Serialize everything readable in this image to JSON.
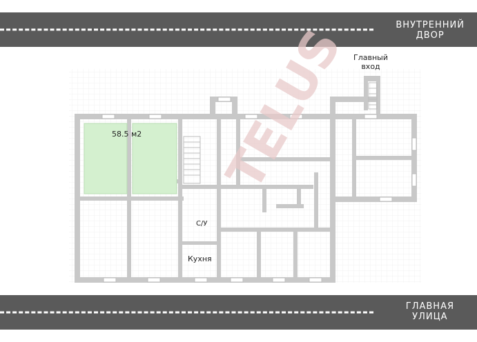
{
  "top_road": {
    "label_line1": "ВНУТРЕННИЙ",
    "label_line2": "ДВОР"
  },
  "bottom_road": {
    "label_line1": "ГЛАВНАЯ",
    "label_line2": "УЛИЦА"
  },
  "entrance": {
    "line1": "Главный",
    "line2": "вход"
  },
  "rooms": {
    "highlighted_area": "58.5  м2",
    "wc": "С/У",
    "kitchen": "Кухня"
  },
  "watermark": "TELUS",
  "colors": {
    "road": "#5a5a5a",
    "wall": "#c8c8c8",
    "highlight": "#d4f0cf",
    "grid": "#eeeeee"
  }
}
